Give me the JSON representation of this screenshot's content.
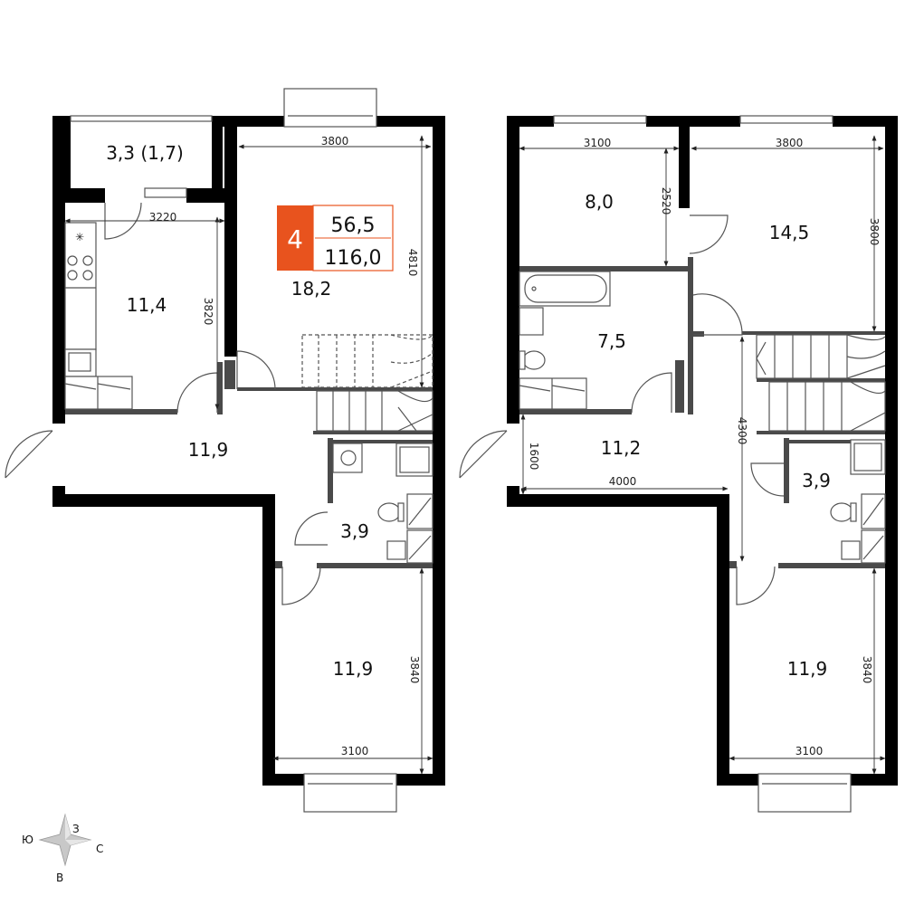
{
  "badge": {
    "rooms": "4",
    "accent_color": "#e8531e",
    "living_area": "56,5",
    "total_area": "116,0"
  },
  "floor1": {
    "balcony_area": "3,3 (1,7)",
    "kitchen_area": "11,4",
    "living_area": "18,2",
    "hall_area": "11,9",
    "bath_area": "3,9",
    "bedroom_area": "11,9",
    "dims": {
      "kitchen_width": "3220",
      "kitchen_depth": "3820",
      "living_width": "3800",
      "living_depth": "4810",
      "bedroom_width": "3100",
      "bedroom_depth": "3840"
    }
  },
  "floor2": {
    "room_a_area": "8,0",
    "room_b_area": "14,5",
    "bath1_area": "7,5",
    "hall_area": "11,2",
    "bath2_area": "3,9",
    "bedroom_area": "11,9",
    "dims": {
      "room_a_width": "3100",
      "room_a_depth": "2520",
      "room_b_width": "3800",
      "room_b_depth": "3800",
      "hall_width": "4000",
      "hall_depth": "1600",
      "stair_depth": "4300",
      "bedroom_width": "3100",
      "bedroom_depth": "3840"
    }
  },
  "compass": {
    "north": "З",
    "west": "Ю",
    "east": "С",
    "south": "В"
  }
}
